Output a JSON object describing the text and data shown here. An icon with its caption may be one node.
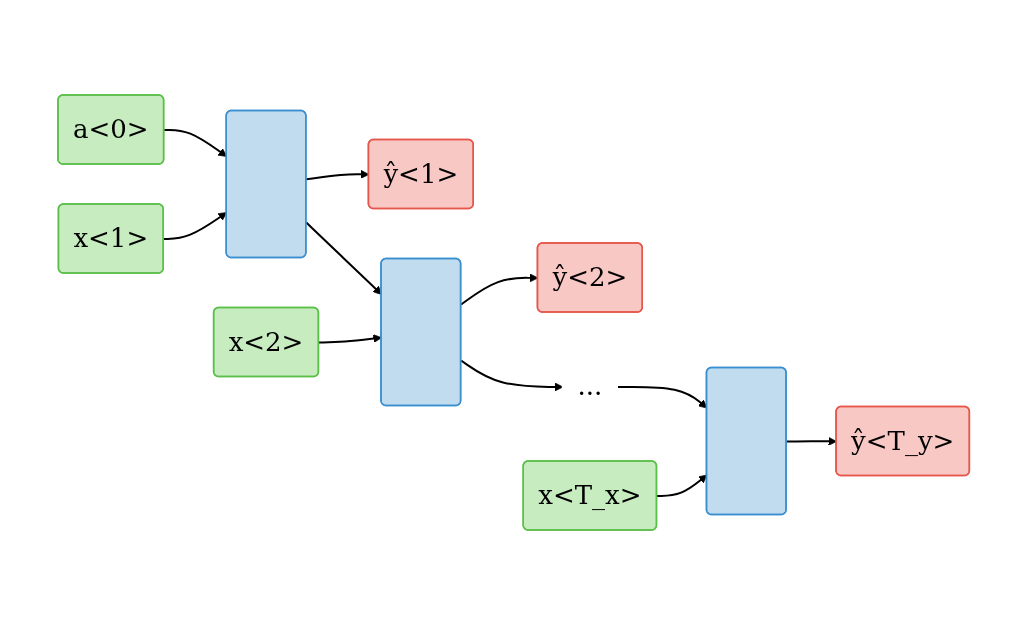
{
  "diagram": {
    "nodes": [
      {
        "text": [
          "ŷ<1>"
        ]
      },
      {
        "text": [
          "ŷ<2>"
        ]
      },
      {
        "text": [
          "ŷ<T_y>"
        ]
      },
      {
        "text": [
          "a<0>"
        ]
      },
      {
        "text": [],
        "shape": "box"
      },
      {
        "text": [],
        "shape": "box"
      },
      {
        "text": [
          "..."
        ]
      },
      {
        "text": [],
        "shape": "box"
      },
      {
        "text": [
          "x<1>"
        ]
      },
      {
        "text": [
          "x<2>"
        ]
      },
      {
        "text": [
          "x<T_x>"
        ]
      }
    ],
    "edges": [
      {
        "from": 3,
        "to": 4,
        "arrow": "to"
      },
      {
        "from": 4,
        "to": 5,
        "arrow": "to"
      },
      {
        "from": 5,
        "to": 6,
        "arrow": "to"
      },
      {
        "from": 6,
        "to": 7,
        "arrow": "to"
      },
      {
        "from": 8,
        "to": 4,
        "arrow": "to"
      },
      {
        "from": 9,
        "to": 5,
        "arrow": "to"
      },
      {
        "from": 10,
        "to": 7,
        "arrow": "to"
      },
      {
        "from": 4,
        "to": 0,
        "arrow": "to"
      },
      {
        "from": 5,
        "to": 1,
        "arrow": "to"
      },
      {
        "from": 7,
        "to": 2,
        "arrow": "to"
      }
    ]
  }
}
